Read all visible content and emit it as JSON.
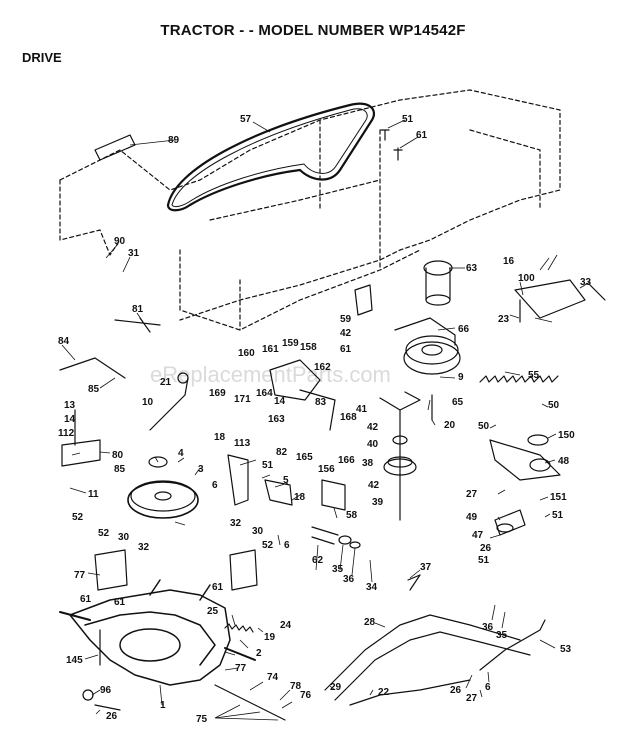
{
  "header": {
    "title": "TRACTOR - - MODEL NUMBER WP14542F",
    "section": "DRIVE"
  },
  "watermark": "eReplacementParts.com",
  "callouts": [
    "89",
    "57",
    "51",
    "61",
    "90",
    "31",
    "81",
    "84",
    "85",
    "160",
    "161",
    "159",
    "158",
    "162",
    "21",
    "169",
    "171",
    "164",
    "14",
    "163",
    "165",
    "168",
    "166",
    "156",
    "59",
    "42",
    "61",
    "66",
    "63",
    "16",
    "100",
    "33",
    "23",
    "13",
    "14",
    "112",
    "10",
    "80",
    "85",
    "11",
    "3",
    "4",
    "18",
    "113",
    "51",
    "6",
    "5",
    "18",
    "82",
    "83",
    "41",
    "42",
    "40",
    "38",
    "42",
    "39",
    "9",
    "55",
    "65",
    "20",
    "50",
    "50",
    "150",
    "48",
    "27",
    "151",
    "49",
    "51",
    "47",
    "26",
    "51",
    "52",
    "52",
    "30",
    "32",
    "61",
    "32",
    "30",
    "52",
    "61",
    "6",
    "58",
    "62",
    "35",
    "36",
    "34",
    "37",
    "77",
    "61",
    "145",
    "25",
    "19",
    "24",
    "2",
    "77",
    "74",
    "78",
    "76",
    "75",
    "96",
    "26",
    "1",
    "28",
    "29",
    "22",
    "36",
    "35",
    "53",
    "26",
    "27",
    "6"
  ],
  "colors": {
    "line": "#111111",
    "background": "#ffffff"
  }
}
